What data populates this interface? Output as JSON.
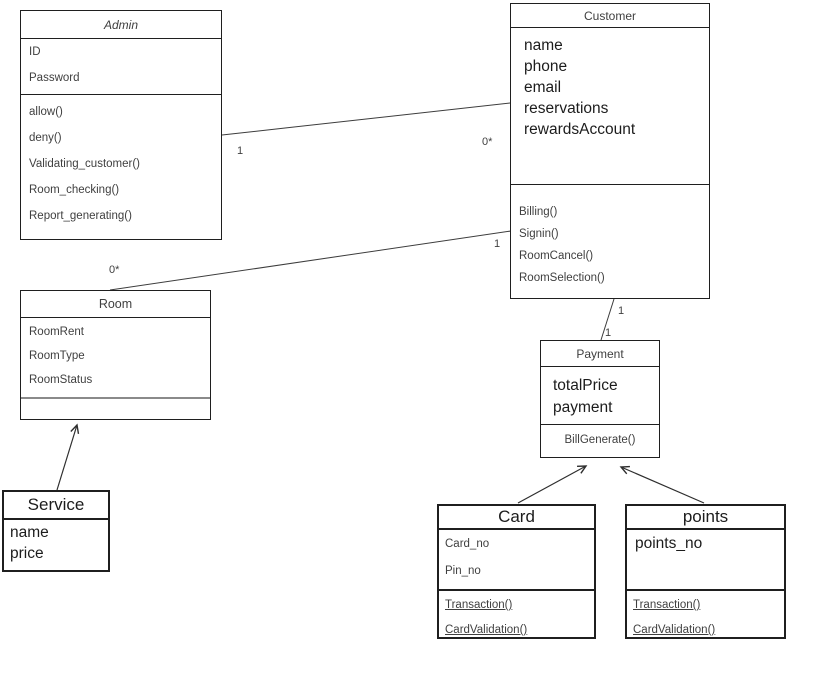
{
  "diagram": {
    "kind": "UML class diagram",
    "background_color": "#ffffff",
    "border_color": "#1f1f1f",
    "line_color": "#3c3c3c"
  },
  "classes": {
    "admin": {
      "name": "Admin",
      "attributes": [
        "ID",
        "Password"
      ],
      "methods": [
        "allow()",
        "deny()",
        "Validating_customer()",
        "Room_checking()",
        "Report_generating()"
      ]
    },
    "customer": {
      "name": "Customer",
      "attributes": [
        "name",
        "phone",
        "email",
        "reservations",
        "rewardsAccount"
      ],
      "methods": [
        "Billing()",
        "Signin()",
        "RoomCancel()",
        "RoomSelection()"
      ]
    },
    "room": {
      "name": "Room",
      "attributes": [
        "RoomRent",
        "RoomType",
        "RoomStatus"
      ],
      "methods": []
    },
    "service": {
      "name": "Service",
      "attributes": [
        "name",
        "price"
      ],
      "methods": []
    },
    "payment": {
      "name": "Payment",
      "attributes": [
        "totalPrice",
        "payment"
      ],
      "methods": [
        "BillGenerate()"
      ]
    },
    "card": {
      "name": "Card",
      "attributes": [
        "Card_no",
        "Pin_no"
      ],
      "methods": [
        "Transaction()",
        "CardValidation()"
      ]
    },
    "points": {
      "name": "points",
      "attributes": [
        "points_no"
      ],
      "methods": [
        "Transaction()",
        "CardValidation()"
      ]
    }
  },
  "relationships": [
    {
      "from": "Admin",
      "to": "Customer",
      "type": "association",
      "from_label": "1",
      "to_label": "0*"
    },
    {
      "from": "Room",
      "to": "Customer",
      "type": "association",
      "from_label": "0*",
      "to_label": "1"
    },
    {
      "from": "Customer",
      "to": "Payment",
      "type": "association",
      "from_label": "1",
      "to_label": "1"
    },
    {
      "from": "Service",
      "to": "Room",
      "type": "directed-arrow"
    },
    {
      "from": "Card",
      "to": "Payment",
      "type": "directed-arrow"
    },
    {
      "from": "points",
      "to": "Payment",
      "type": "directed-arrow"
    }
  ]
}
